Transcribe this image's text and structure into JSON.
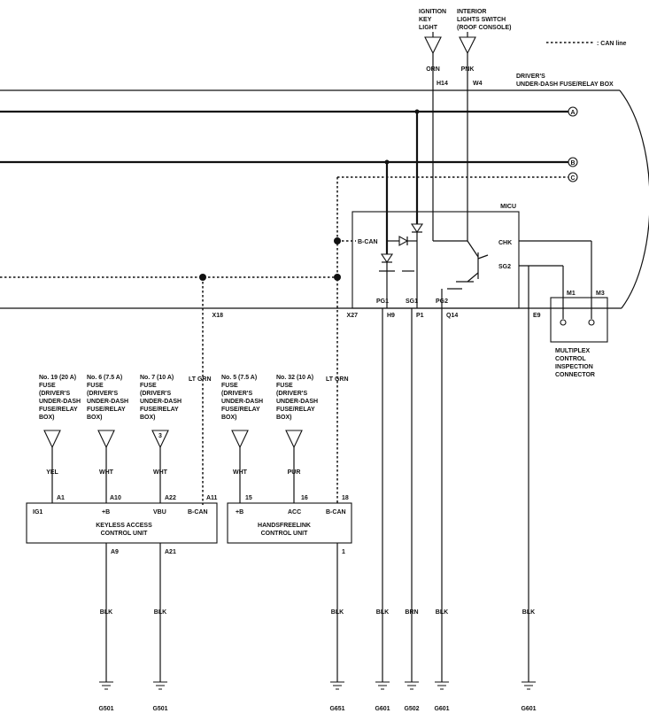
{
  "legend": {
    "can_line": ": CAN line"
  },
  "fuse_box": {
    "label_1": "DRIVER'S",
    "label_2": "UNDER-DASH FUSE/RELAY BOX"
  },
  "buses": {
    "a": "A",
    "b": "B",
    "c": "C"
  },
  "ignition_key_light": {
    "lines": [
      "IGNITION",
      "KEY",
      "LIGHT"
    ],
    "color": "ORN",
    "pin": "H14"
  },
  "interior_lights_switch": {
    "lines": [
      "INTERIOR",
      "LIGHTS SWITCH",
      "(ROOF CONSOLE)"
    ],
    "color": "PNK",
    "pin": "W4"
  },
  "micu": {
    "title": "MICU",
    "b_can": "B-CAN",
    "chk": "CHK",
    "sg2": "SG2",
    "pg1": "PG1",
    "sg1": "SG1",
    "pg2": "PG2"
  },
  "mpx_connector": {
    "m1": "M1",
    "m3": "M3",
    "lines": [
      "MULTIPLEX",
      "CONTROL",
      "INSPECTION",
      "CONNECTOR"
    ]
  },
  "box_pins": {
    "x18": "X18",
    "x27": "X27",
    "h9": "H9",
    "p1": "P1",
    "q14": "Q14",
    "e9": "E9"
  },
  "fuses": [
    {
      "lines": [
        "No. 19 (20 A)",
        "FUSE",
        "(DRIVER'S",
        "UNDER-DASH",
        "FUSE/RELAY",
        "BOX)"
      ],
      "number": "",
      "color": "YEL",
      "pin": "A1"
    },
    {
      "lines": [
        "No. 6 (7.5 A)",
        "FUSE",
        "(DRIVER'S",
        "UNDER-DASH",
        "FUSE/RELAY",
        "BOX)"
      ],
      "number": "",
      "color": "WHT",
      "pin": "A10"
    },
    {
      "lines": [
        "No. 7 (10 A)",
        "FUSE",
        "(DRIVER'S",
        "UNDER-DASH",
        "FUSE/RELAY",
        "BOX)"
      ],
      "number": "3",
      "color": "WHT",
      "pin": "A22"
    },
    {
      "lines": [
        "No. 5 (7.5 A)",
        "FUSE",
        "(DRIVER'S",
        "UNDER-DASH",
        "FUSE/RELAY",
        "BOX)"
      ],
      "number": "",
      "color": "WHT",
      "pin": "15"
    },
    {
      "lines": [
        "No. 32 (10 A)",
        "FUSE",
        "(DRIVER'S",
        "UNDER-DASH",
        "FUSE/RELAY",
        "BOX)"
      ],
      "number": "",
      "color": "PUR",
      "pin": "16"
    }
  ],
  "keyless_unit": {
    "name_1": "KEYLESS ACCESS",
    "name_2": "CONTROL UNIT",
    "ig1": "IG1",
    "plus_b": "+B",
    "vbu": "VBU",
    "b_can": "B-CAN",
    "pin_a11": "A11",
    "pin_a9": "A9",
    "pin_a21": "A21",
    "can_color": "LT GRN"
  },
  "handsfree_unit": {
    "name_1": "HANDSFREELINK",
    "name_2": "CONTROL UNIT",
    "plus_b": "+B",
    "acc": "ACC",
    "b_can": "B-CAN",
    "pin_18": "18",
    "pin_1": "1",
    "can_color": "LT GRN"
  },
  "grounds": [
    {
      "color": "BLK",
      "label": "G501"
    },
    {
      "color": "BLK",
      "label": "G501"
    },
    {
      "color": "BLK",
      "label": "G651"
    },
    {
      "color": "BLK",
      "label": "G601"
    },
    {
      "color": "BRN",
      "label": "G502"
    },
    {
      "color": "BLK",
      "label": "G601"
    },
    {
      "color": "BLK",
      "label": "G601"
    }
  ]
}
